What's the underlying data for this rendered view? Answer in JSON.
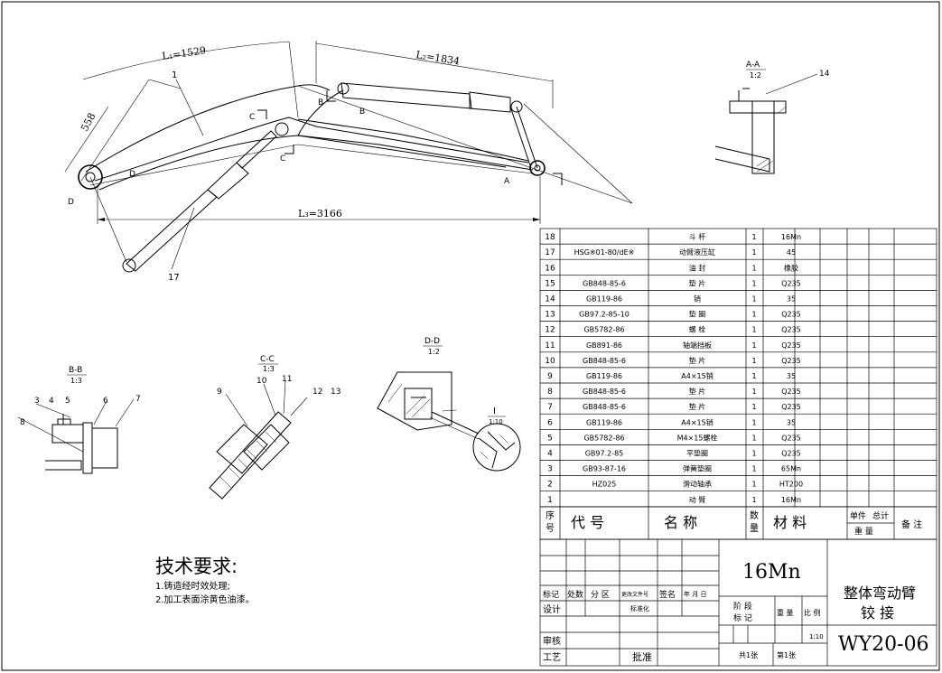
{
  "dimensions": {
    "l1": "L₁=1529",
    "l2": "L₂=1834",
    "l3": "L₃=3166",
    "d558": "558"
  },
  "callouts": {
    "c1": "1",
    "c17": "17",
    "c14": "14",
    "b_c3": "3",
    "b_c4": "4",
    "b_c5": "5",
    "b_c6": "6",
    "b_c7": "7",
    "b_c8": "8",
    "c_c9": "9",
    "c_c10": "10",
    "c_c11": "11",
    "c_c12": "12",
    "c_c13": "13"
  },
  "section_marks": {
    "b": "B",
    "c": "C",
    "a": "A",
    "d": "D"
  },
  "views": {
    "aa_title": "A-A",
    "aa_scale": "1:2",
    "bb_title": "B-B",
    "bb_scale": "1:3",
    "cc_title": "C-C",
    "cc_scale": "1:3",
    "dd_title": "D-D",
    "dd_scale": "1:2",
    "detail_title": "I",
    "detail_scale": "1:10"
  },
  "tech": {
    "title": "技术要求:",
    "line1": "1.铸造经时效处理;",
    "line2": "2.加工表面涂黄色油漆。"
  },
  "bom": {
    "rows": [
      {
        "no": "18",
        "code": "",
        "name": "斗  杆",
        "qty": "1",
        "mat": "16Mn"
      },
      {
        "no": "17",
        "code": "HSG※01-80/dE※",
        "name": "动臂液压缸",
        "qty": "1",
        "mat": "45"
      },
      {
        "no": "16",
        "code": "",
        "name": "油  封",
        "qty": "1",
        "mat": "橡胶"
      },
      {
        "no": "15",
        "code": "GB848-85-6",
        "name": "垫  片",
        "qty": "1",
        "mat": "Q235"
      },
      {
        "no": "14",
        "code": "GB119-86",
        "name": "销",
        "qty": "1",
        "mat": "35"
      },
      {
        "no": "13",
        "code": "GB97.2-85-10",
        "name": "垫  圈",
        "qty": "1",
        "mat": "Q235"
      },
      {
        "no": "12",
        "code": "GB5782-86",
        "name": "螺  栓",
        "qty": "1",
        "mat": "Q235"
      },
      {
        "no": "11",
        "code": "GB891-86",
        "name": "轴端挡板",
        "qty": "1",
        "mat": "Q235"
      },
      {
        "no": "10",
        "code": "GB848-85-6",
        "name": "垫  片",
        "qty": "1",
        "mat": "Q235"
      },
      {
        "no": "9",
        "code": "GB119-86",
        "name": "A4×15销",
        "qty": "1",
        "mat": "35"
      },
      {
        "no": "8",
        "code": "GB848-85-6",
        "name": "垫  片",
        "qty": "1",
        "mat": "Q235"
      },
      {
        "no": "7",
        "code": "GB848-85-6",
        "name": "垫  片",
        "qty": "1",
        "mat": "Q235"
      },
      {
        "no": "6",
        "code": "GB119-86",
        "name": "A4×15销",
        "qty": "1",
        "mat": "35"
      },
      {
        "no": "5",
        "code": "GB5782-86",
        "name": "M4×15螺栓",
        "qty": "1",
        "mat": "Q235"
      },
      {
        "no": "4",
        "code": "GB97.2-85",
        "name": "平垫圈",
        "qty": "1",
        "mat": "Q235"
      },
      {
        "no": "3",
        "code": "GB93-87-16",
        "name": "弹簧垫圈",
        "qty": "1",
        "mat": "65Mn"
      },
      {
        "no": "2",
        "code": "HZ025",
        "name": "滑动轴承",
        "qty": "1",
        "mat": "HT200"
      },
      {
        "no": "1",
        "code": "",
        "name": "动  臂",
        "qty": "1",
        "mat": "16Mn"
      }
    ],
    "header": {
      "seq_a": "序",
      "seq_b": "号",
      "code": "代        号",
      "name": "名      称",
      "qty_a": "数",
      "qty_b": "量",
      "mat": "材      料",
      "unit_a": "单件",
      "total_a": "总计",
      "weight": "重    量",
      "note": "备  注"
    }
  },
  "title_block": {
    "material": "16Mn",
    "name_line1": "整体弯动臂",
    "name_line2": "铰  接",
    "drawing_no": "WY20-06",
    "mark": "标记",
    "count": "处数",
    "zone": "分 区",
    "docno": "更改文件号",
    "sign": "签名",
    "ymd": "年 月 日",
    "design": "设计",
    "std": "标准化",
    "stage_a": "阶  段",
    "stage_b": "标  记",
    "weight": "重  量",
    "scale": "比  例",
    "scale_val": "1:10",
    "check": "审核",
    "process": "工艺",
    "approve": "批准",
    "sheets": "共1张",
    "sheet_no": "第1张"
  }
}
